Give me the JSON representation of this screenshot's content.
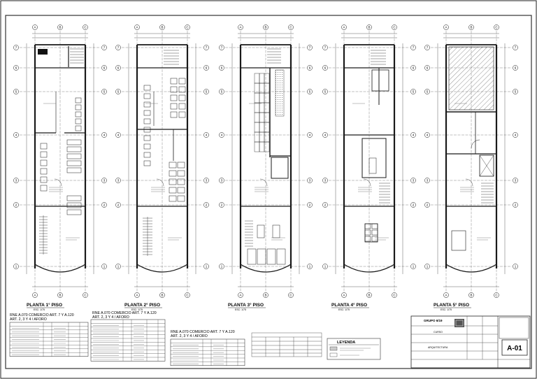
{
  "plans": [
    {
      "title": "PLANTA 1° PISO",
      "scale": "ESC: 1/75"
    },
    {
      "title": "PLANTA 2° PISO",
      "scale": "ESC: 1/75"
    },
    {
      "title": "PLANTA 3° PISO",
      "scale": "ESC: 1/75"
    },
    {
      "title": "PLANTA 4° PISO",
      "scale": "ESC: 1/75"
    },
    {
      "title": "PLANTA 5° PISO",
      "scale": "ESC: 1/75"
    }
  ],
  "grid": {
    "columns": [
      "A",
      "B",
      "C"
    ],
    "rows": [
      "7",
      "6",
      "5",
      "4",
      "3",
      "2",
      "1"
    ]
  },
  "tables": [
    {
      "heading_line1": "RNE A.070 COMERCIO   ART. 7 Y A.120",
      "heading_line2": "ART. 2, 3 Y 4 / AFORO"
    },
    {
      "heading_line1": "RNE A.070 COMERCIO   ART. 7 Y A.120",
      "heading_line2": "ART. 2, 3 Y 4 / AFORO"
    },
    {
      "heading_line1": "RNE A.070 COMERCIO   ART. 7 Y A.120",
      "heading_line2": "ART. 2, 3 Y 4 / AFORO"
    }
  ],
  "legend": {
    "title": "LEYENDA"
  },
  "title_block": {
    "group": "GRUPO 6/19",
    "course": "CURSO",
    "specialty": "ARQUITECTURA",
    "sheet_code": "A-01"
  },
  "colors": {
    "line": "#1a1a1a",
    "grid": "#555555",
    "background": "#ffffff"
  }
}
